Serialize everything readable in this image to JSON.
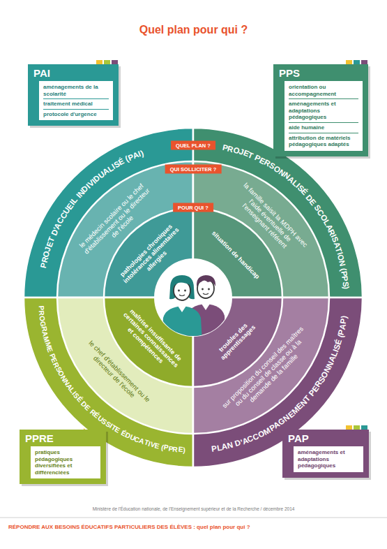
{
  "diagram": {
    "title": "Quel plan pour qui ?",
    "caption": "RÉPONDRE AUX BESOINS ÉDUCATIFS PARTICULIERS DES ÉLÈVES : quel plan pour qui ?",
    "nodes": [
      {
        "text": [
          "PAI",
          "aménagements de la scolarité",
          "traitement médical",
          "protocole d'urgence"
        ]
      },
      {
        "text": [
          "PPS",
          "orientation ou accompagnement",
          "aménagements et adaptations pédagogiques",
          "aide humaine",
          "attribution de matériels pédagogiques adaptés"
        ]
      },
      {
        "text": [
          "QUEL PLAN ?"
        ]
      },
      {
        "text": [
          "QUI SOLLICITER ?"
        ]
      },
      {
        "text": [
          "POUR QUI ?"
        ]
      },
      {
        "text": [
          "PROJET D'ACCUEIL INDIVIDUALISÉ (PAI)"
        ]
      },
      {
        "text": [
          "le médecin scolaire ou le chef d'établissement ou le directeur de l'école"
        ],
        "in": 5
      },
      {
        "text": [
          "pathologies chroniques intolérances alimentaires allergies"
        ],
        "in": 6
      },
      {
        "text": [
          "PROJET PERSONNALISÉ DE SCOLARISATION (PPS)"
        ]
      },
      {
        "text": [
          "la famille saisit la MDPH avec l'aide éventuelle de l'enseignant référent"
        ],
        "in": 8
      },
      {
        "text": [
          "situation de handicap"
        ],
        "in": 9
      },
      {
        "text": [
          "PROGRAMME PERSONNALISÉ DE RÉUSSITE ÉDUCATIVE (PPRE)"
        ]
      },
      {
        "text": [
          "le chef d'établissement ou le directeur de l'école"
        ],
        "in": 11
      },
      {
        "text": [
          "maîtrise insuffisante de certaines connaissances et compétences"
        ],
        "in": 12
      },
      {
        "text": [
          "PLAN D'ACCOMPAGNEMENT PERSONNALISÉ (PAP)"
        ]
      },
      {
        "text": [
          "sur proposition du conseil des maîtres ou du conseil de classe ou à la demande de la famille"
        ],
        "in": 14
      },
      {
        "text": [
          "troubles des apprentissages"
        ],
        "in": 15
      },
      {
        "text": [
          "PPRE",
          "pratiques pédagogiques diversifiées et différenciées"
        ]
      },
      {
        "text": [
          "PAP",
          "aménagements et adaptations pédagogiques"
        ]
      }
    ],
    "labels": [
      "Ministère de l'Éducation nationale, de l'Enseignement supérieur et de la Recherche / décembre 2014"
    ]
  }
}
